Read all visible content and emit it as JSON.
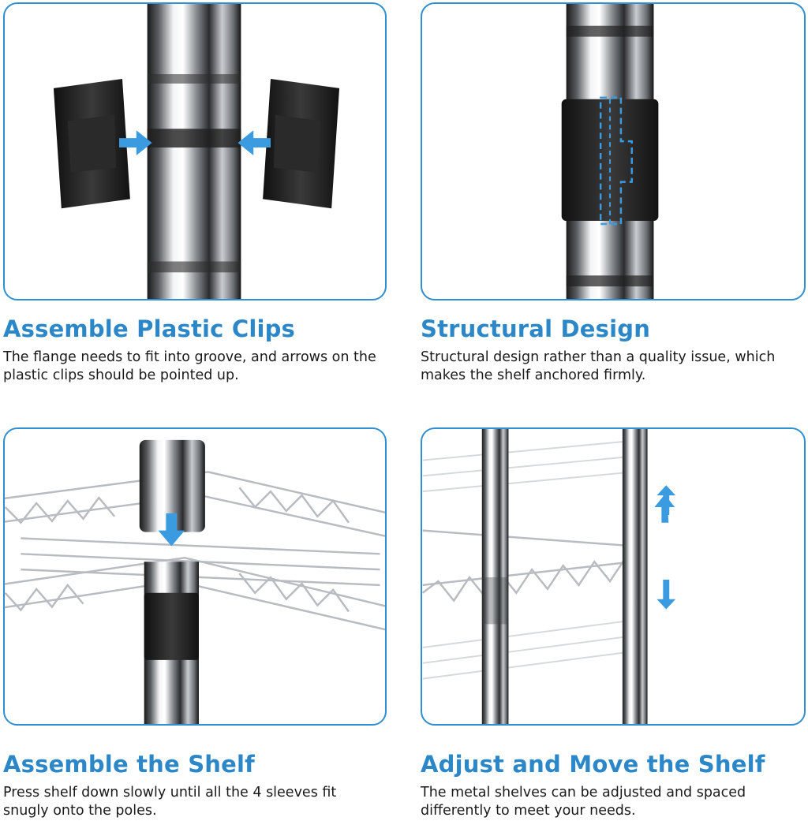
{
  "colors": {
    "accent": "#2b87c8",
    "panel_border": "#2f8fd1",
    "clip_black": "#1c1c1c",
    "chrome": "#c9ccd0",
    "text": "#1a1a1a"
  },
  "sections": [
    {
      "title": "Assemble Plastic Clips",
      "description": "The flange needs to fit into groove, and arrows on the plastic clips should be pointed up."
    },
    {
      "title": "Structural Design",
      "description": "Structural design rather than a quality issue, which makes the shelf anchored firmly."
    },
    {
      "title": "Assemble the Shelf",
      "description": "Press shelf down slowly until all the 4 sleeves fit snugly onto the poles."
    },
    {
      "title": "Adjust and Move the Shelf",
      "description": "The metal shelves can be adjusted and spaced differently to meet your needs."
    }
  ]
}
